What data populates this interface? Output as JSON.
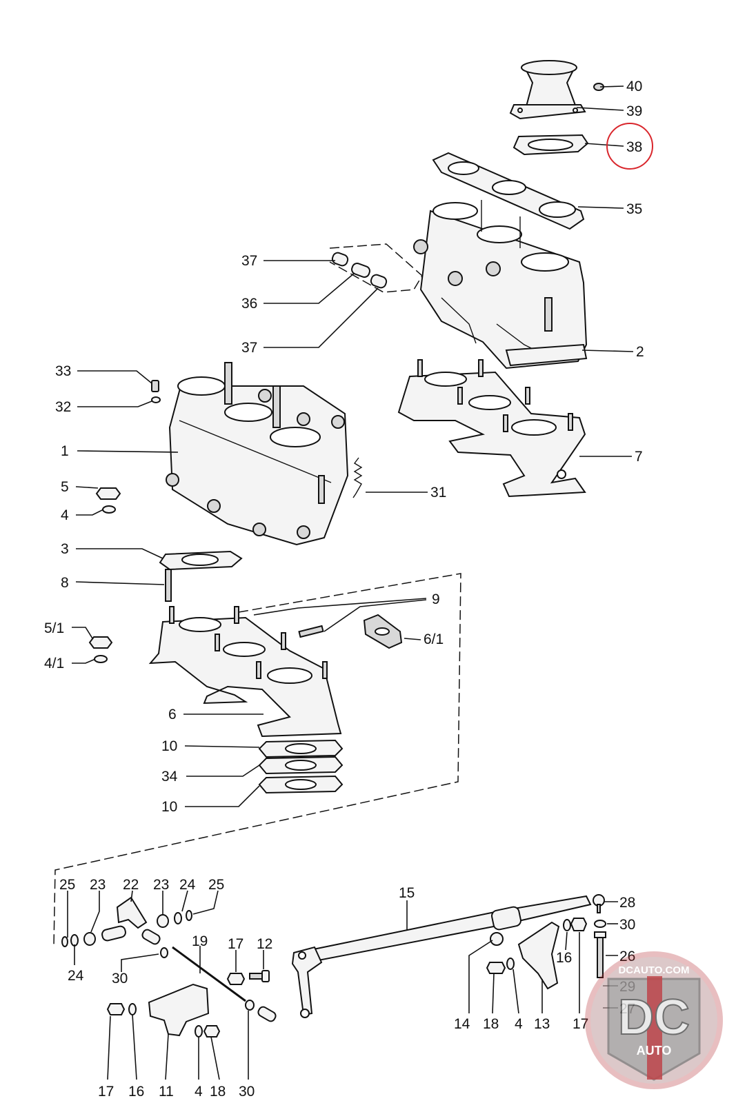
{
  "diagram": {
    "callouts": [
      "40",
      "39",
      "38",
      "35",
      "37",
      "36",
      "37",
      "2",
      "33",
      "32",
      "1",
      "7",
      "5",
      "31",
      "4",
      "3",
      "8",
      "9",
      "5/1",
      "6/1",
      "4/1",
      "6",
      "10",
      "34",
      "10",
      "25",
      "23",
      "22",
      "23",
      "24",
      "25",
      "15",
      "28",
      "30",
      "16",
      "26",
      "29",
      "27",
      "24",
      "30",
      "19",
      "17",
      "12",
      "14",
      "18",
      "4",
      "13",
      "17",
      "17",
      "16",
      "11",
      "4",
      "18",
      "30"
    ],
    "highlighted_callout": "38",
    "highlight_color": "#d9262c",
    "watermark": {
      "text": "DCAUTO.COM",
      "logo_letters": "DC",
      "logo_sub": "AUTO",
      "colors": {
        "silver": "#c9c9c9",
        "red": "#b3262b",
        "dark": "#6b6b6b"
      }
    }
  }
}
